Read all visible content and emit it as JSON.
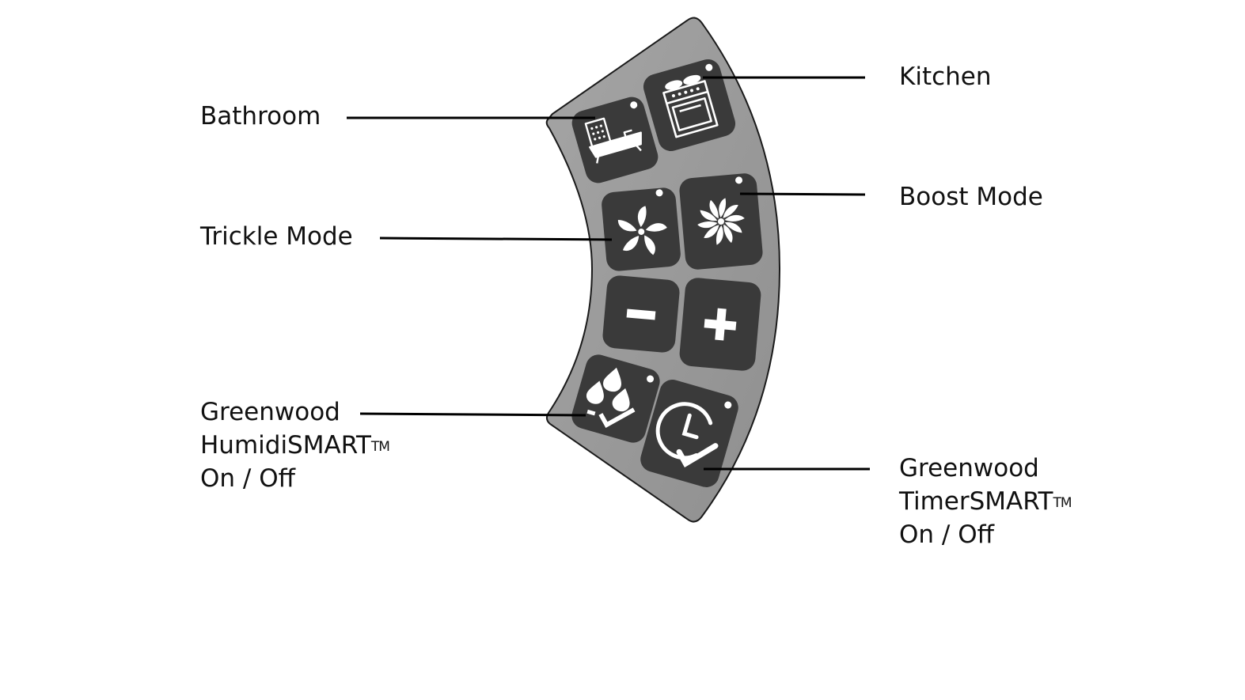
{
  "colors": {
    "panel": "#9b9b9b",
    "panel_edge": "#1a1a1a",
    "button": "#3a3a3a",
    "icon": "#ffffff",
    "leader": "#000000",
    "text": "#111111"
  },
  "labels": {
    "bathroom": "Bathroom",
    "kitchen": "Kitchen",
    "trickle": "Trickle Mode",
    "boost": "Boost Mode",
    "humidismart": {
      "line1": "Greenwood",
      "line2": "HumidiSMART",
      "tm": "TM",
      "line3": "On / Off"
    },
    "timersmart": {
      "line1": "Greenwood",
      "line2": "TimerSMART",
      "tm": "TM",
      "line3": "On / Off"
    }
  },
  "buttons": [
    {
      "id": "bathroom",
      "icon": "bath-icon"
    },
    {
      "id": "kitchen",
      "icon": "cooker-icon"
    },
    {
      "id": "trickle",
      "icon": "fan-small-icon"
    },
    {
      "id": "boost",
      "icon": "fan-large-icon"
    },
    {
      "id": "minus",
      "icon": "minus-icon"
    },
    {
      "id": "plus",
      "icon": "plus-icon"
    },
    {
      "id": "humidismart",
      "icon": "humidity-check-icon"
    },
    {
      "id": "timersmart",
      "icon": "clock-check-icon"
    }
  ]
}
